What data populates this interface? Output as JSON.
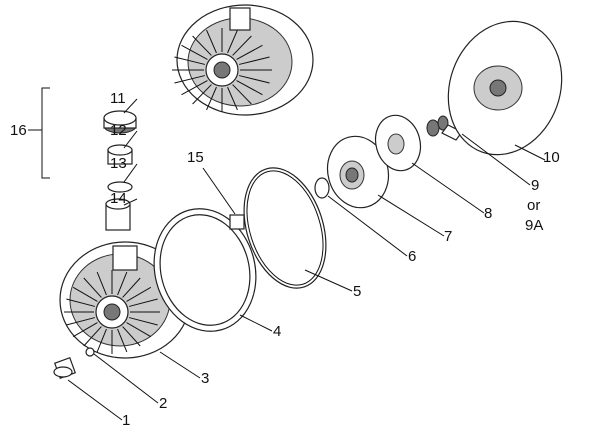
{
  "labels": {
    "p1": "1",
    "p2": "2",
    "p3": "3",
    "p4": "4",
    "p5": "5",
    "p6": "6",
    "p7": "7",
    "p8": "8",
    "p9": "9",
    "p9_or": "or",
    "p9a": "9A",
    "p10": "10",
    "p11": "11",
    "p12": "12",
    "p13": "13",
    "p14": "14",
    "p15": "15",
    "p16": "16"
  }
}
